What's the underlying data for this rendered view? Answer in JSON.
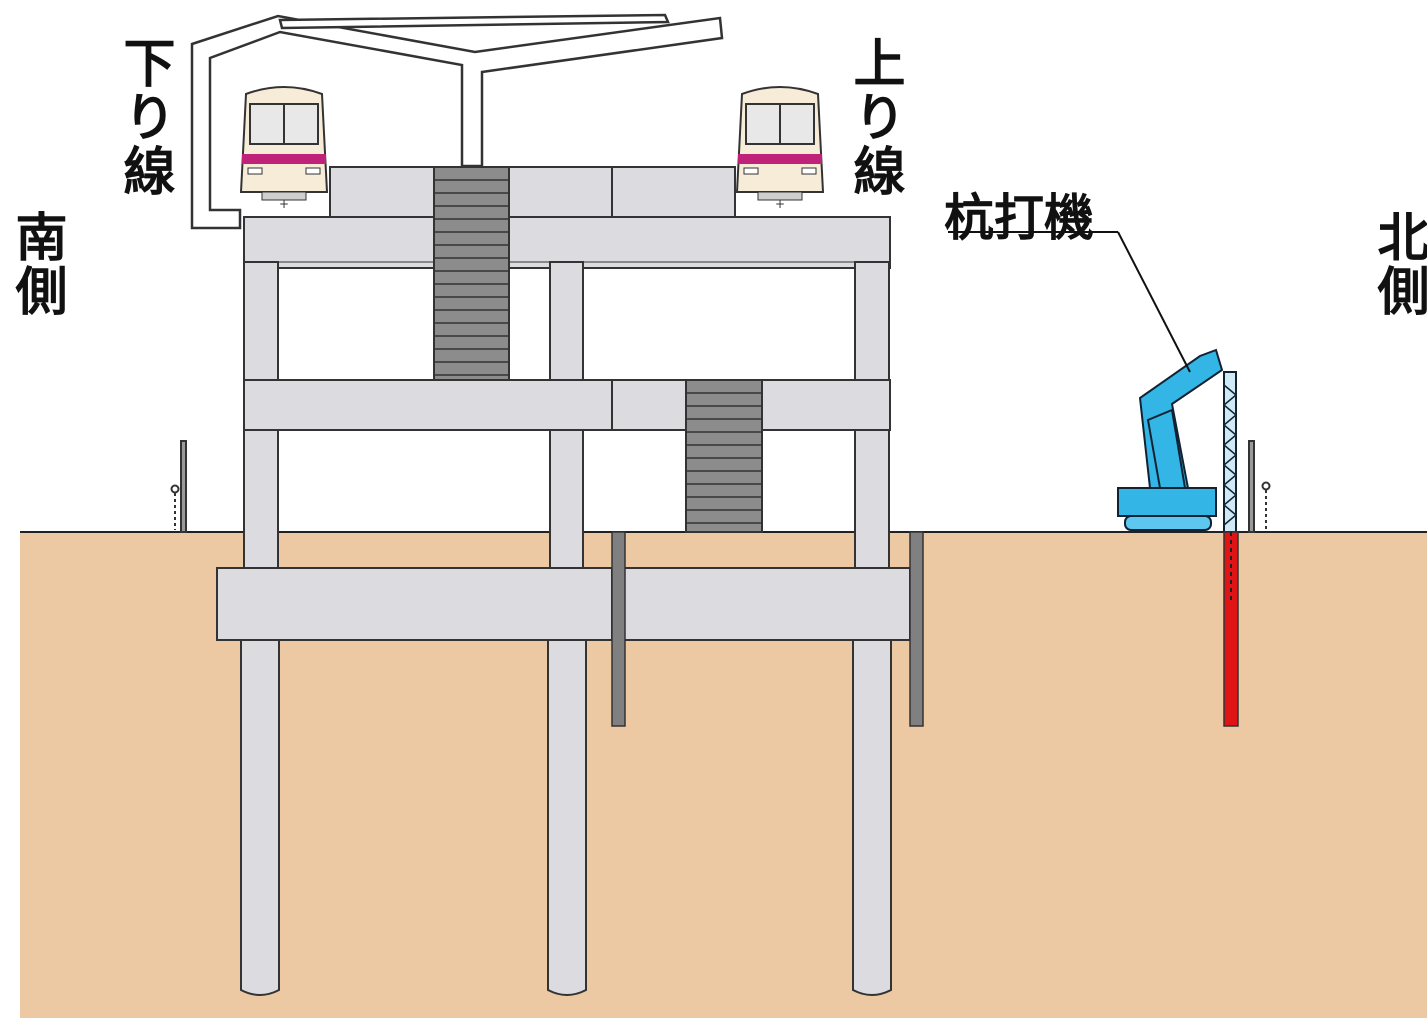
{
  "labels": {
    "south": "南側",
    "north": "北側",
    "down_line": "下り線",
    "up_line": "上り線",
    "pile_driver": "杭打機"
  },
  "colors": {
    "ground": "#ecc9a3",
    "concrete": "#dcdce0",
    "stairs": "#8c8c8c",
    "train_body": "#f6ecd8",
    "train_stripe": "#c0227a",
    "machine": "#33b6e6",
    "new_pile": "#e01414",
    "sheet_pile": "#808080"
  },
  "icons": [
    "train-front-icon",
    "pile-driver-icon"
  ]
}
